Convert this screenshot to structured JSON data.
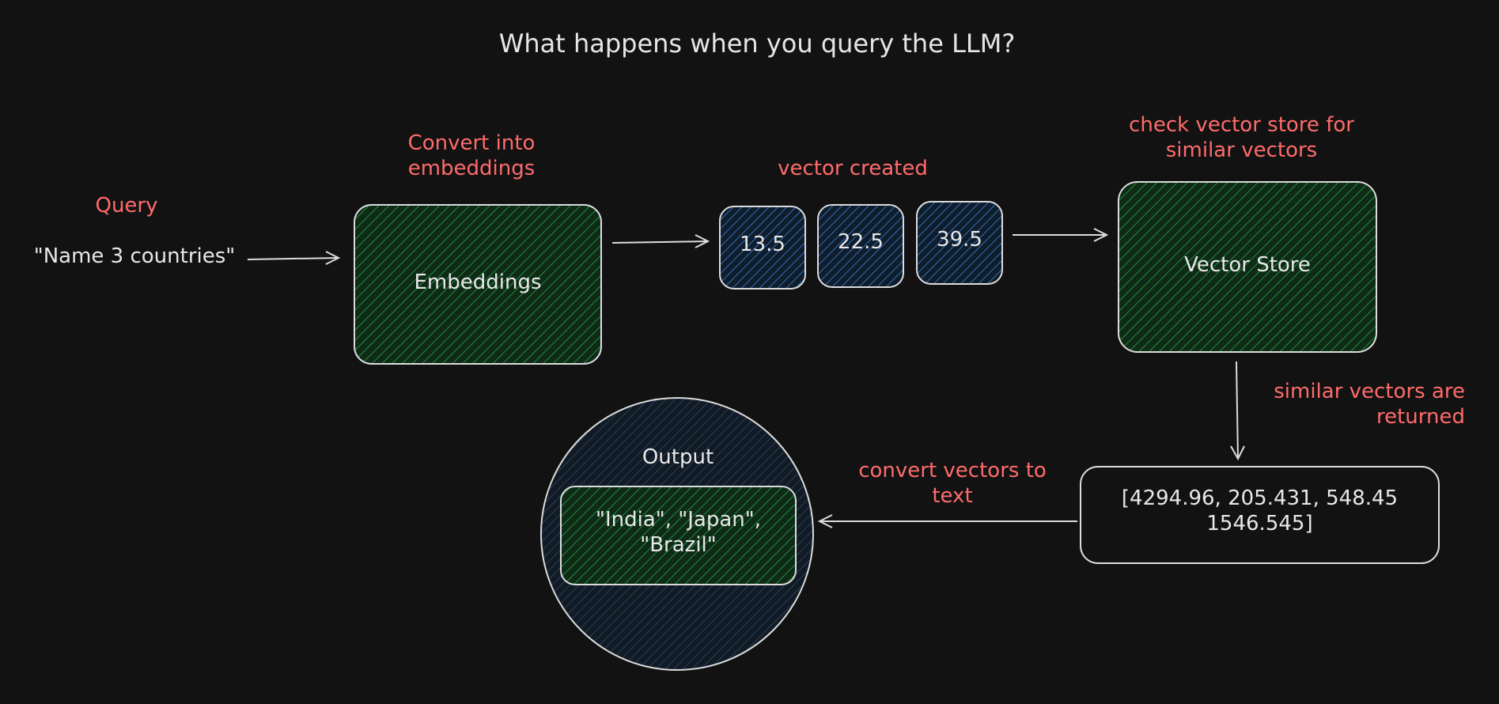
{
  "title": "What happens when you query the LLM?",
  "query": {
    "label": "Query",
    "text": "\"Name 3 countries\""
  },
  "embeddings": {
    "annotation": "Convert into\nembeddings",
    "label": "Embeddings"
  },
  "vector": {
    "annotation": "vector created",
    "values": [
      "13.5",
      "22.5",
      "39.5"
    ]
  },
  "vector_store": {
    "annotation": "check vector store for\nsimilar vectors",
    "label": "Vector Store"
  },
  "returned": {
    "annotation": "similar vectors are\nreturned",
    "text": "[4294.96, 205.431, 548.45\n1546.545]"
  },
  "to_text": {
    "annotation": "convert vectors to\ntext"
  },
  "output": {
    "label": "Output",
    "text": "\"India\", \"Japan\",\n\"Brazil\""
  },
  "colors": {
    "background": "#121212",
    "stroke": "#dcdcdc",
    "annotation": "#ff6b6b",
    "green_hatch": "#1f8f3a",
    "blue_hatch": "#2f6fb5"
  }
}
